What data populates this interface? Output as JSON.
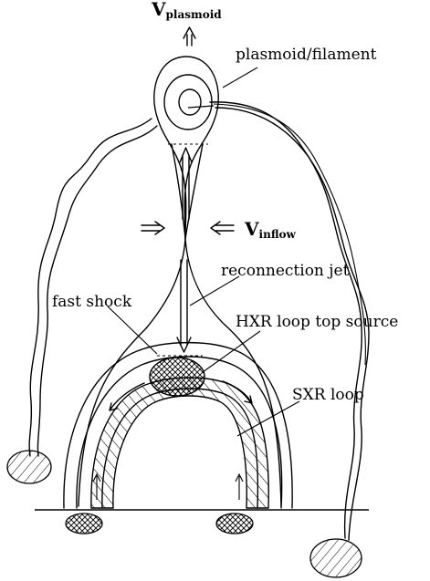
{
  "labels": {
    "v_plasmoid_main": "V",
    "v_plasmoid_sub": "plasmoid",
    "plasmoid_filament": "plasmoid/filament",
    "v_inflow_main": "V",
    "v_inflow_sub": "inflow",
    "reconnection_jet": "reconnection jet",
    "fast_shock": "fast shock",
    "hxr_loop_top_source": "HXR loop top source",
    "sxr_loop": "SXR loop"
  }
}
